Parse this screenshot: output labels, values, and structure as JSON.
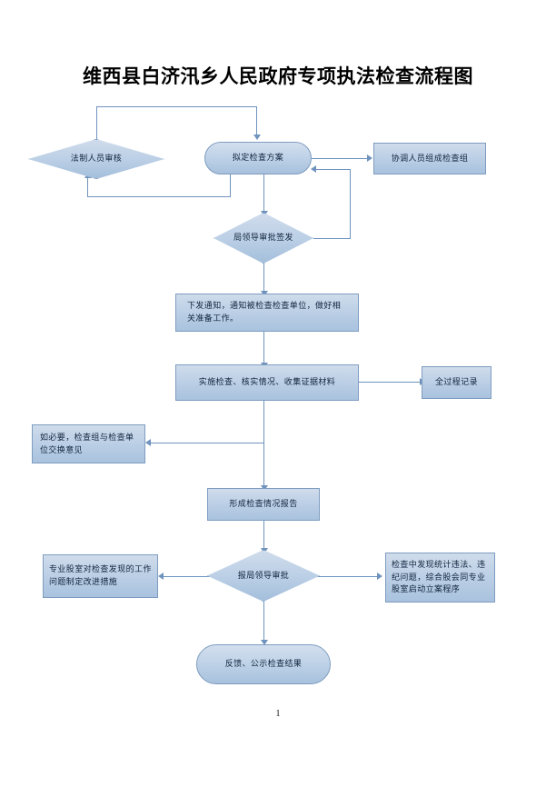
{
  "document": {
    "title": "维西县白济汛乡人民政府专项执法检查流程图",
    "page_number": "1"
  },
  "theme": {
    "shape_fill_light": "#cfdceb",
    "shape_fill_dark": "#a9c2de",
    "shape_border": "#7e9cc0",
    "connector_color": "#6f93bd",
    "text_color": "#10243e",
    "page_background": "#ffffff"
  },
  "flowchart": {
    "nodes": [
      {
        "id": "legal-review",
        "shape": "diamond",
        "label": "法制人员审核"
      },
      {
        "id": "draft-plan",
        "shape": "rounded-rectangle",
        "label": "拟定检查方案"
      },
      {
        "id": "coordinate-team",
        "shape": "rectangle",
        "label": "协调人员组成检查组"
      },
      {
        "id": "bureau-approval-issue",
        "shape": "diamond",
        "label": "局领导审批签发"
      },
      {
        "id": "issue-notice",
        "shape": "rectangle",
        "label": "下发通知，通知被检查检查单位，做好相关准备工作。"
      },
      {
        "id": "conduct-inspection",
        "shape": "rectangle",
        "label": "实施检查、核实情况、收集证据材料"
      },
      {
        "id": "full-process-record",
        "shape": "rectangle",
        "label": "全过程记录"
      },
      {
        "id": "exchange-opinions",
        "shape": "rectangle",
        "label": "如必要，检查组与检查单位交换意见"
      },
      {
        "id": "inspection-report",
        "shape": "rectangle",
        "label": "形成检查情况报告"
      },
      {
        "id": "report-bureau-approval",
        "shape": "diamond",
        "label": "报局领导审批"
      },
      {
        "id": "improvement-measures",
        "shape": "rectangle",
        "label": "专业股室对检查发现的工作问题制定改进措施"
      },
      {
        "id": "case-filing-procedure",
        "shape": "rectangle",
        "label": "检查中发现统计违法、违纪问题，综合股会同专业股室启动立案程序"
      },
      {
        "id": "feedback-publish",
        "shape": "rounded-rectangle",
        "label": "反馈、公示检查结果"
      }
    ]
  }
}
